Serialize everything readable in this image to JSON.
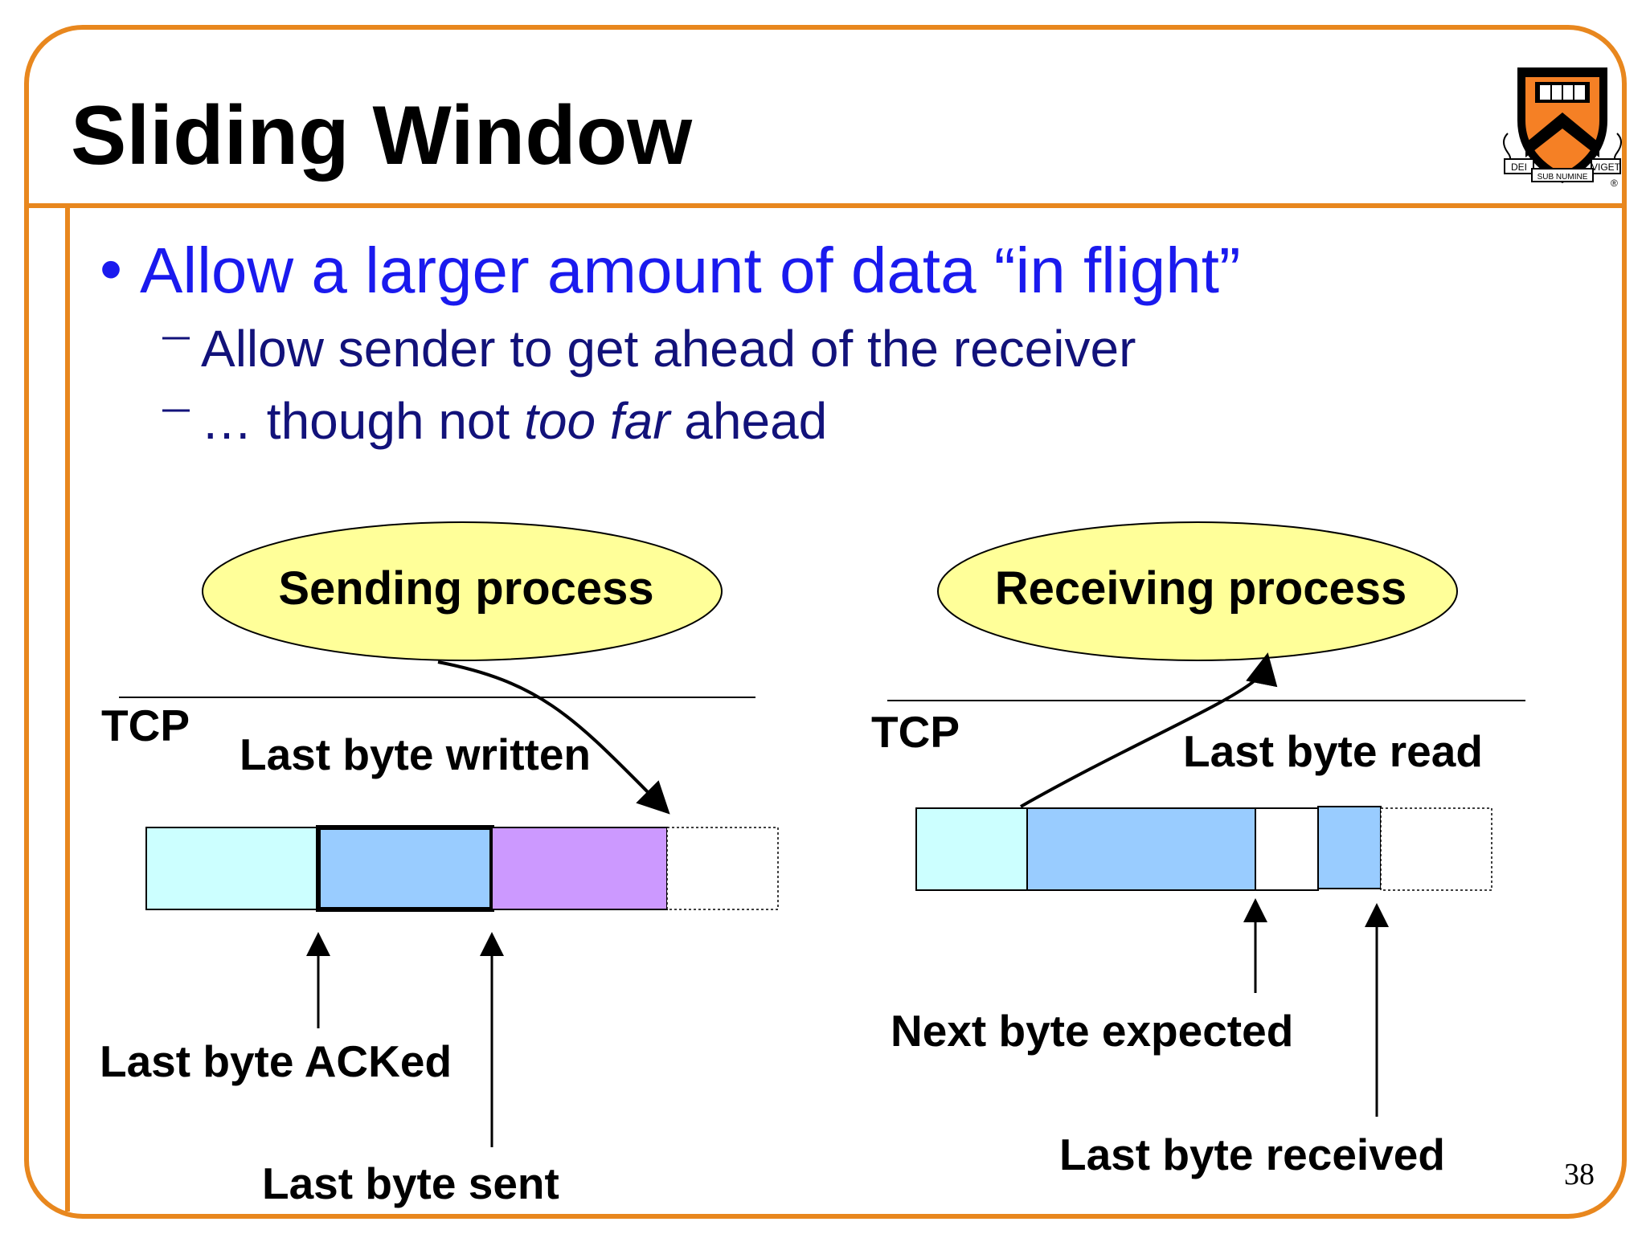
{
  "slide": {
    "title": "Sliding Window",
    "page_number": "38"
  },
  "bullets": {
    "main": "Allow a larger amount of data “in flight”",
    "sub1": "Allow sender to get ahead of the receiver",
    "sub2_prefix": "… though not ",
    "sub2_italic": "too far",
    "sub2_suffix": " ahead"
  },
  "logo": {
    "motto_left": "DEI",
    "motto_middle": "SUB NUMINE",
    "motto_right": "VIGET",
    "registered": "®"
  },
  "sender": {
    "process_label": "Sending process",
    "tcp_label": "TCP",
    "last_byte_written": "Last byte written",
    "last_byte_acked": "Last byte ACKed",
    "last_byte_sent": "Last byte sent"
  },
  "receiver": {
    "process_label": "Receiving process",
    "tcp_label": "TCP",
    "last_byte_read": "Last byte read",
    "next_byte_expected": "Next byte expected",
    "last_byte_received": "Last byte received"
  },
  "colors": {
    "frame_orange": "#e8871e",
    "oval_fill": "#ffff99",
    "acked_cyan": "#ccffff",
    "sent_blue": "#99ccff",
    "written_purple": "#cc99ff",
    "bullet_blue": "#1a1aee",
    "sub_bullet_navy": "#12127a",
    "shield_orange": "#f58025"
  }
}
